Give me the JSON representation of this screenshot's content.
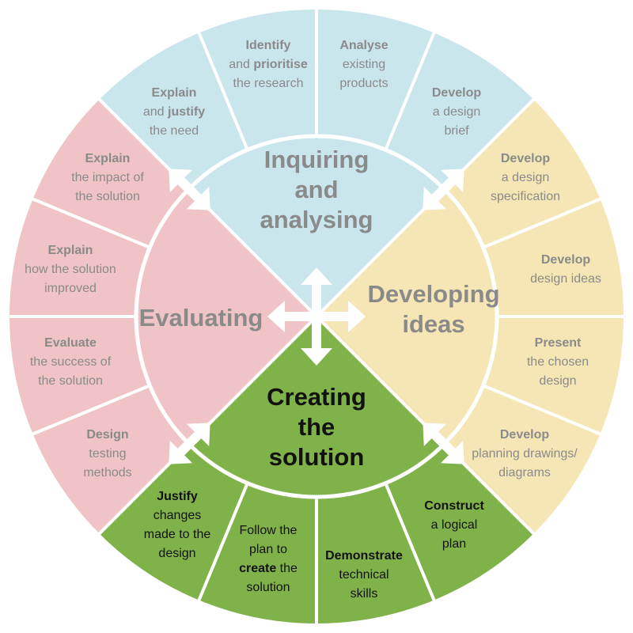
{
  "colors": {
    "inquiring": "#c9e6ec",
    "developing": "#f6e6b5",
    "creating": "#80b24a",
    "evaluating": "#f0c4c6",
    "grey_text": "#8a8a8a",
    "dark_text": "#111111",
    "divider": "#ffffff"
  },
  "quadrants": {
    "inquiring": {
      "lines": [
        "Inquiring",
        "and",
        "analysing"
      ]
    },
    "developing": {
      "lines": [
        "Developing",
        "ideas"
      ]
    },
    "creating": {
      "lines": [
        "Creating",
        "the",
        "solution"
      ]
    },
    "evaluating": {
      "lines": [
        "Evaluating"
      ]
    }
  },
  "segments": {
    "s1": {
      "lines": [
        [
          {
            "t": "Explain",
            "b": true
          }
        ],
        [
          {
            "t": "and "
          },
          {
            "t": "justify",
            "b": true
          }
        ],
        [
          {
            "t": "the need"
          }
        ]
      ]
    },
    "s2": {
      "lines": [
        [
          {
            "t": "Identify",
            "b": true
          }
        ],
        [
          {
            "t": "and "
          },
          {
            "t": "prioritise",
            "b": true
          }
        ],
        [
          {
            "t": "the research"
          }
        ]
      ]
    },
    "s3": {
      "lines": [
        [
          {
            "t": "Analyse",
            "b": true
          }
        ],
        [
          {
            "t": "existing"
          }
        ],
        [
          {
            "t": "products"
          }
        ]
      ]
    },
    "s4": {
      "lines": [
        [
          {
            "t": "Develop",
            "b": true
          }
        ],
        [
          {
            "t": "a design"
          }
        ],
        [
          {
            "t": "brief"
          }
        ]
      ]
    },
    "s5": {
      "lines": [
        [
          {
            "t": "Develop",
            "b": true
          }
        ],
        [
          {
            "t": "a design"
          }
        ],
        [
          {
            "t": "specification"
          }
        ]
      ]
    },
    "s6": {
      "lines": [
        [
          {
            "t": "Develop",
            "b": true
          }
        ],
        [
          {
            "t": "design ideas"
          }
        ]
      ]
    },
    "s7": {
      "lines": [
        [
          {
            "t": "Present",
            "b": true
          }
        ],
        [
          {
            "t": "the chosen"
          }
        ],
        [
          {
            "t": "design"
          }
        ]
      ]
    },
    "s8": {
      "lines": [
        [
          {
            "t": "Develop",
            "b": true
          }
        ],
        [
          {
            "t": "planning drawings/"
          }
        ],
        [
          {
            "t": "diagrams"
          }
        ]
      ]
    },
    "s9": {
      "lines": [
        [
          {
            "t": "Construct",
            "b": true
          }
        ],
        [
          {
            "t": "a logical"
          }
        ],
        [
          {
            "t": "plan"
          }
        ]
      ]
    },
    "s10": {
      "lines": [
        [
          {
            "t": "Demonstrate",
            "b": true
          }
        ],
        [
          {
            "t": "technical"
          }
        ],
        [
          {
            "t": "skills"
          }
        ]
      ]
    },
    "s11": {
      "lines": [
        [
          {
            "t": "Follow the"
          }
        ],
        [
          {
            "t": "plan to"
          }
        ],
        [
          {
            "t": "create",
            "b": true
          },
          {
            "t": " the"
          }
        ],
        [
          {
            "t": "solution"
          }
        ]
      ]
    },
    "s12": {
      "lines": [
        [
          {
            "t": "Justify",
            "b": true
          }
        ],
        [
          {
            "t": "changes"
          }
        ],
        [
          {
            "t": "made to the"
          }
        ],
        [
          {
            "t": "design"
          }
        ]
      ]
    },
    "s13": {
      "lines": [
        [
          {
            "t": "Design",
            "b": true
          }
        ],
        [
          {
            "t": "testing"
          }
        ],
        [
          {
            "t": "methods"
          }
        ]
      ]
    },
    "s14": {
      "lines": [
        [
          {
            "t": "Evaluate",
            "b": true
          }
        ],
        [
          {
            "t": "the success of the solution"
          }
        ]
      ]
    },
    "s15": {
      "lines": [
        [
          {
            "t": "Explain",
            "b": true
          }
        ],
        [
          {
            "t": "how the solution"
          }
        ],
        [
          {
            "t": "improved"
          }
        ]
      ]
    },
    "s16": {
      "lines": [
        [
          {
            "t": "Explain",
            "b": true
          }
        ],
        [
          {
            "t": "the impact of"
          }
        ],
        [
          {
            "t": "the solution"
          }
        ]
      ]
    }
  }
}
